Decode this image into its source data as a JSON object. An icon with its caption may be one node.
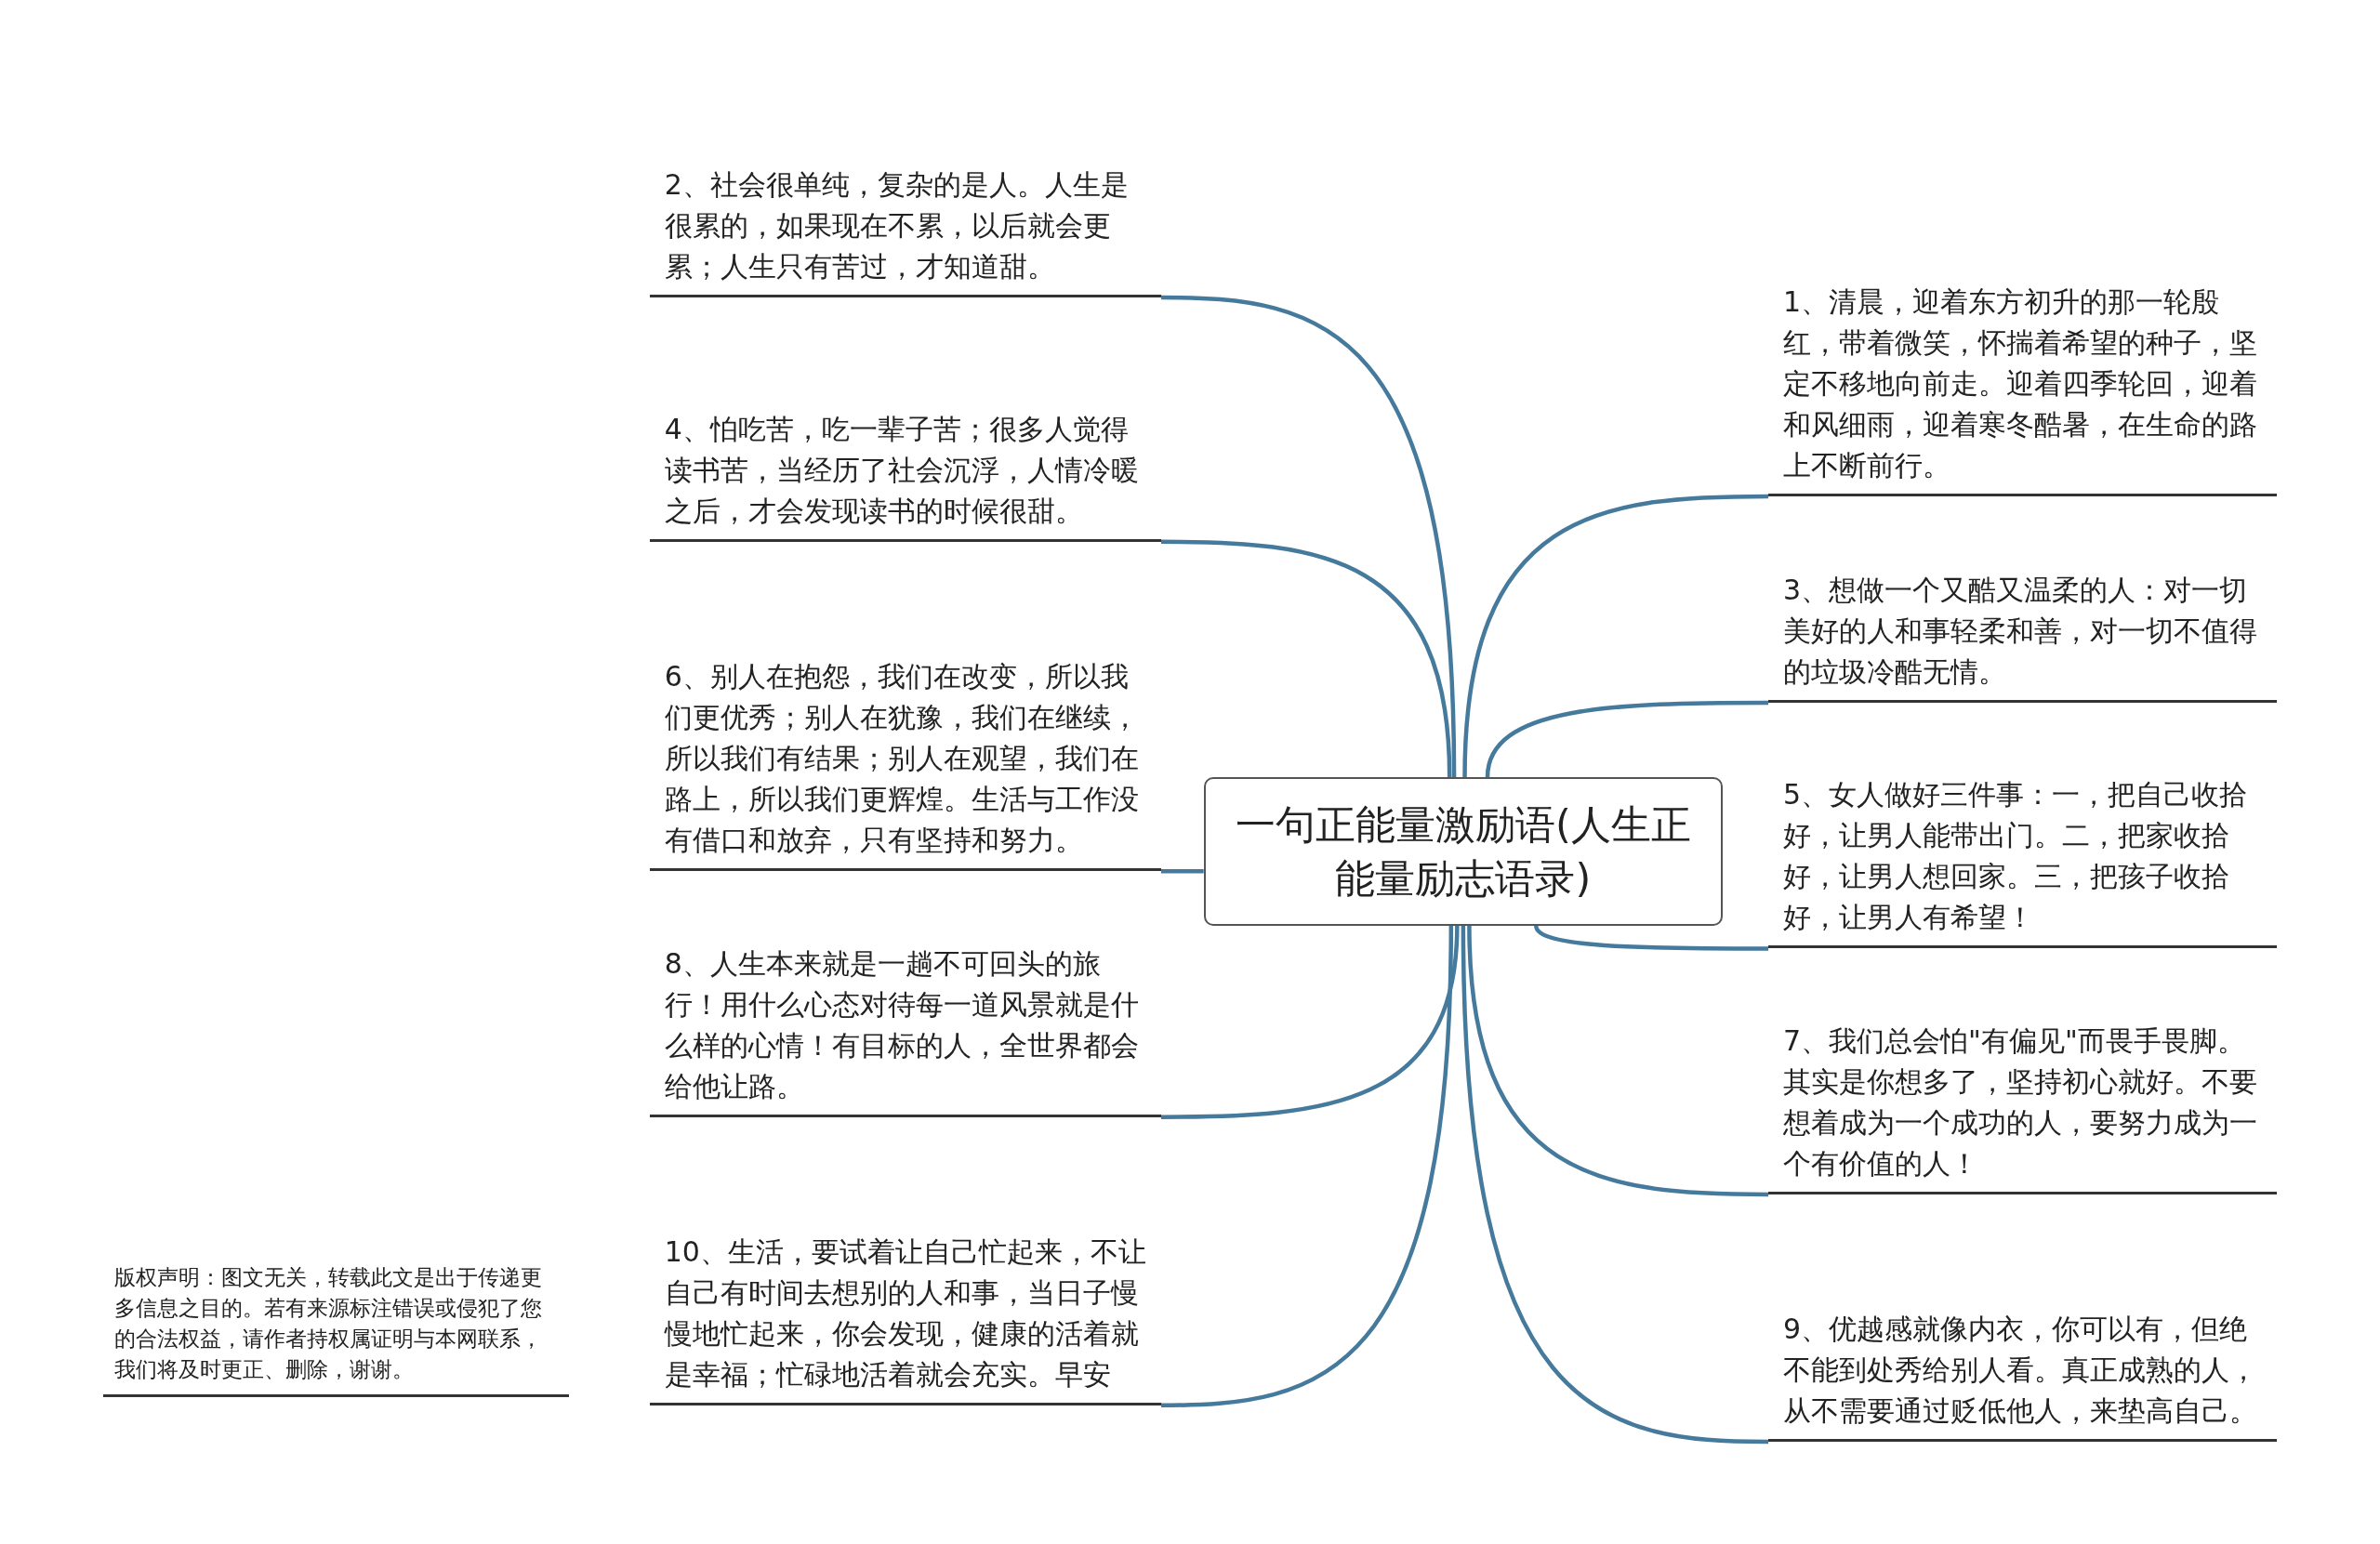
{
  "diagram": {
    "nodes": [
      {
        "text": [
          "一句正能量激励语(人生正能量励志语录)"
        ]
      },
      {
        "text": [
          "1、清晨，迎着东方初升的那一轮殷红，带着微笑，怀揣着希望的种子，坚定不移地向前走。迎着四季轮回，迎着和风细雨，迎着寒冬酷暑，在生命的路上不断前行。"
        ]
      },
      {
        "text": [
          "2、社会很单纯，复杂的是人。人生是很累的，如果现在不累，以后就会更累；人生只有苦过，才知道甜。"
        ]
      },
      {
        "text": [
          "3、想做一个又酷又温柔的人：对一切美好的人和事轻柔和善，对一切不值得的垃圾冷酷无情。"
        ]
      },
      {
        "text": [
          "4、怕吃苦，吃一辈子苦；很多人觉得读书苦，当经历了社会沉浮，人情冷暖之后，才会发现读书的时候很甜。"
        ]
      },
      {
        "text": [
          "5、女人做好三件事：一，把自己收拾好，让男人能带出门。二，把家收拾好，让男人想回家。三，把孩子收拾好，让男人有希望！"
        ]
      },
      {
        "text": [
          "6、别人在抱怨，我们在改变，所以我们更优秀；别人在犹豫，我们在继续，所以我们有结果；别人在观望，我们在路上，所以我们更辉煌。生活与工作没有借口和放弃，只有坚持和努力。"
        ]
      },
      {
        "text": [
          "7、我们总会怕\"有偏见\"而畏手畏脚。其实是你想多了，坚持初心就好。不要想着成为一个成功的人，要努力成为一个有价值的人！"
        ]
      },
      {
        "text": [
          "8、人生本来就是一趟不可回头的旅行！用什么心态对待每一道风景就是什么样的心情！有目标的人，全世界都会给他让路。"
        ]
      },
      {
        "text": [
          "9、优越感就像内衣，你可以有，但绝不能到处秀给别人看。真正成熟的人，从不需要通过贬低他人，来垫高自己。"
        ]
      },
      {
        "text": [
          "10、生活，要试着让自己忙起来，不让自己有时间去想别的人和事，当日子慢慢地忙起来，你会发现，健康的活着就是幸福；忙碌地活着就会充实。早安"
        ]
      }
    ],
    "edges": [
      {
        "from": 0,
        "to": 1,
        "arrow": "none"
      },
      {
        "from": 0,
        "to": 2,
        "arrow": "none"
      },
      {
        "from": 0,
        "to": 3,
        "arrow": "none"
      },
      {
        "from": 0,
        "to": 4,
        "arrow": "none"
      },
      {
        "from": 0,
        "to": 5,
        "arrow": "none"
      },
      {
        "from": 0,
        "to": 6,
        "arrow": "none"
      },
      {
        "from": 0,
        "to": 7,
        "arrow": "none"
      },
      {
        "from": 0,
        "to": 8,
        "arrow": "none"
      },
      {
        "from": 0,
        "to": 9,
        "arrow": "none"
      },
      {
        "from": 0,
        "to": 10,
        "arrow": "none"
      }
    ],
    "labels": [
      "版权声明：图文无关，转载此文是出于传递更多信息之目的。若有来源标注错误或侵犯了您的合法权益，请作者持权属证明与本网联系，我们将及时更正、删除，谢谢。"
    ]
  }
}
